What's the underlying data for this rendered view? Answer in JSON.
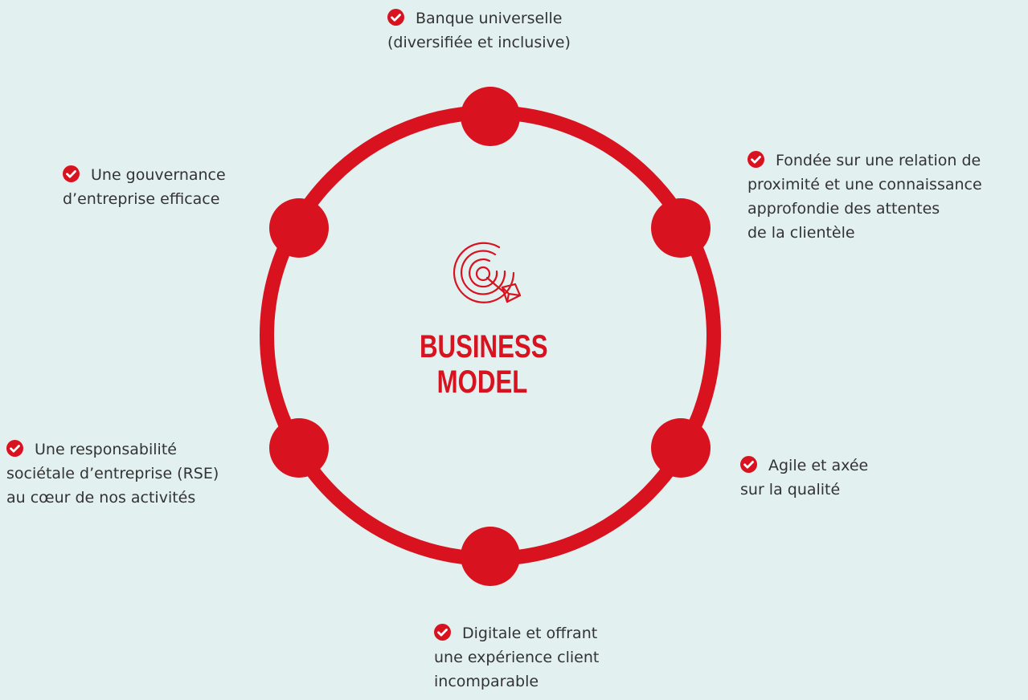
{
  "diagram": {
    "title_lines": [
      "BUSINESS",
      "MODEL"
    ],
    "accent_color": "#d9121f",
    "background_color": "#e3f0f0",
    "center_icon": "target-arrow-icon",
    "item_icon": "check-circle-icon",
    "items": [
      {
        "lines": [
          "Banque universelle",
          "(diversifiée et inclusive)"
        ]
      },
      {
        "lines": [
          "Fondée sur une relation de",
          "proximité et une connaissance",
          "approfondie des attentes",
          "de la clientèle"
        ]
      },
      {
        "lines": [
          "Agile et axée",
          "sur la qualité"
        ]
      },
      {
        "lines": [
          "Digitale et offrant",
          "une expérience client",
          "incomparable"
        ]
      },
      {
        "lines": [
          "Une responsabilité",
          "sociétale d’entreprise (RSE)",
          "au cœur de nos activités"
        ]
      },
      {
        "lines": [
          "Une gouvernance",
          "d’entreprise efficace"
        ]
      }
    ]
  }
}
